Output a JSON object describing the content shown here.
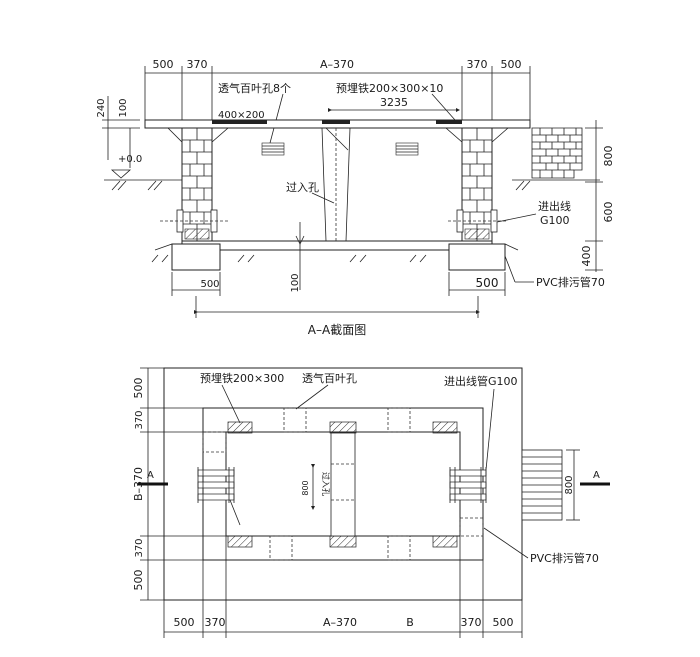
{
  "section": {
    "title": "A–A截面图",
    "dims_top": [
      "500",
      "370",
      "A–370",
      "370",
      "500"
    ],
    "vent_label": "透气百叶孔8个",
    "embed_label": "预埋铁200×300×10",
    "plate_label": "400×200",
    "inner_dim": "3235",
    "dim_240": "240",
    "dim_100_top": "100",
    "level": "+0.0",
    "manhole_label": "过入孔",
    "dims_right": [
      "800",
      "600",
      "400"
    ],
    "inout_label_1": "进出线",
    "inout_label_2": "G100",
    "pvc_label": "PVC排污管70",
    "dim_100_bottom": "100",
    "dim_500_left": "500",
    "dim_500_right": "500"
  },
  "plan": {
    "dims_left": [
      "500",
      "370",
      "B–370",
      "370",
      "500"
    ],
    "embed_label": "预埋铁200×300",
    "vent_label": "透气百叶孔",
    "inout_label": "进出线管G100",
    "pvc_label": "PVC排污管70",
    "dim_800_inner": "800",
    "manhole_label": "过入孔",
    "dim_800_right": "800",
    "section_mark": "A",
    "dims_bottom": [
      "500",
      "370",
      "A–370",
      "B",
      "370",
      "500"
    ]
  },
  "colors": {
    "background": "#ffffff",
    "wall_fill": "#ffffff",
    "hatch": "#333333",
    "line": "#222222"
  }
}
